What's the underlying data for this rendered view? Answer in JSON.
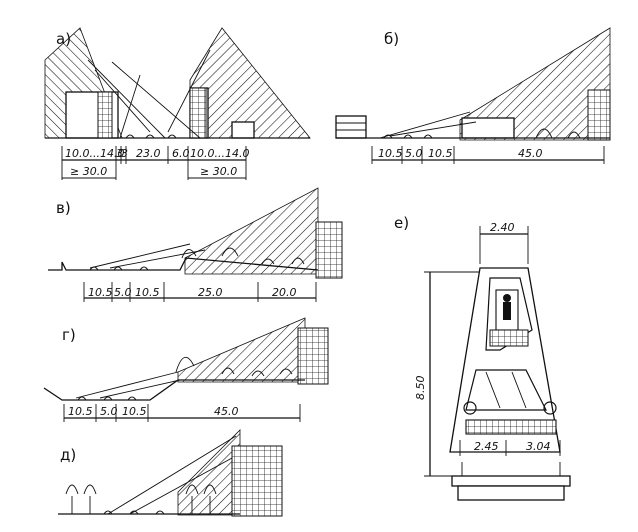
{
  "panels": {
    "a": {
      "label": "а)",
      "dims": [
        "10.0...14.0",
        "3",
        "3",
        "23.0",
        "6.0",
        "10.0...14.0"
      ],
      "totals": [
        "≥ 30.0",
        "≥ 30.0"
      ]
    },
    "b": {
      "label": "б)",
      "dims": [
        "10.5",
        "5.0",
        "10.5",
        "45.0"
      ]
    },
    "v": {
      "label": "в)",
      "dims": [
        "10.5",
        "5.0",
        "10.5",
        "25.0",
        "20.0"
      ]
    },
    "g": {
      "label": "г)",
      "dims": [
        "10.5",
        "5.0",
        "10.5",
        "45.0"
      ]
    },
    "d": {
      "label": "д)"
    },
    "e": {
      "label": "е)",
      "dims": [
        "2.40",
        "8.50",
        "2.45",
        "3.04"
      ]
    }
  }
}
